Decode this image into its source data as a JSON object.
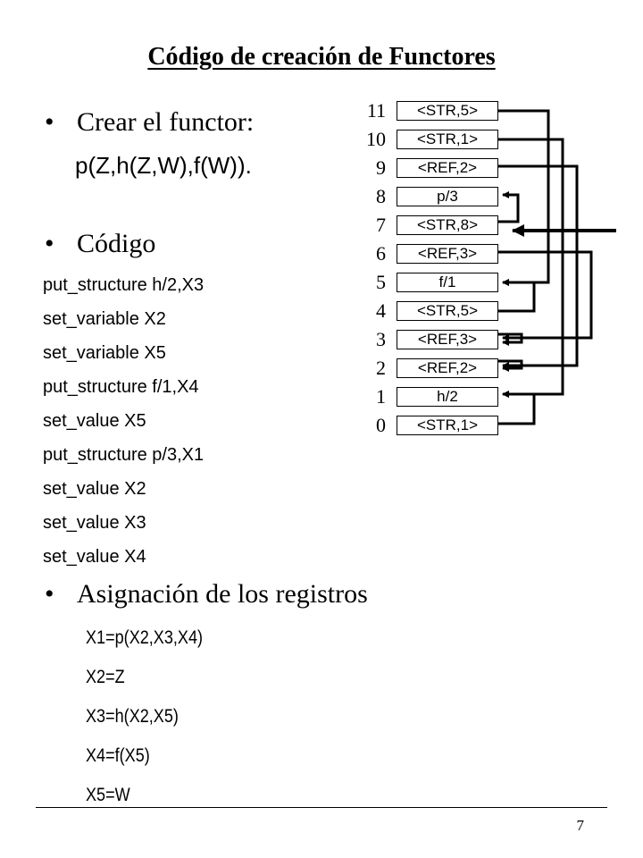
{
  "title": "Código de creación de Functores",
  "bullets": {
    "create": "Crear el functor:",
    "formula": "p(Z,h(Z,W),f(W)).",
    "code": "Código",
    "assign": "Asignación de los registros"
  },
  "code_lines": [
    "put_structure h/2,X3",
    "set_variable X2",
    "set_variable X5",
    "put_structure f/1,X4",
    "set_value X5",
    "put_structure p/3,X1",
    "set_value X2",
    "set_value X3",
    "set_value X4"
  ],
  "registers": [
    "X1=p(X2,X3,X4)",
    "X2=Z",
    "X3=h(X2,X5)",
    "X4=f(X5)",
    "X5=W"
  ],
  "heap": [
    {
      "index": "11",
      "cell": "<STR,5>"
    },
    {
      "index": "10",
      "cell": "<STR,1>"
    },
    {
      "index": "9",
      "cell": "<REF,2>"
    },
    {
      "index": "8",
      "cell": "p/3"
    },
    {
      "index": "7",
      "cell": "<STR,8>"
    },
    {
      "index": "6",
      "cell": "<REF,3>"
    },
    {
      "index": "5",
      "cell": "f/1"
    },
    {
      "index": "4",
      "cell": "<STR,5>"
    },
    {
      "index": "3",
      "cell": "<REF,3>"
    },
    {
      "index": "2",
      "cell": "<REF,2>"
    },
    {
      "index": "1",
      "cell": "h/2"
    },
    {
      "index": "0",
      "cell": "<STR,1>"
    }
  ],
  "page_number": "7"
}
